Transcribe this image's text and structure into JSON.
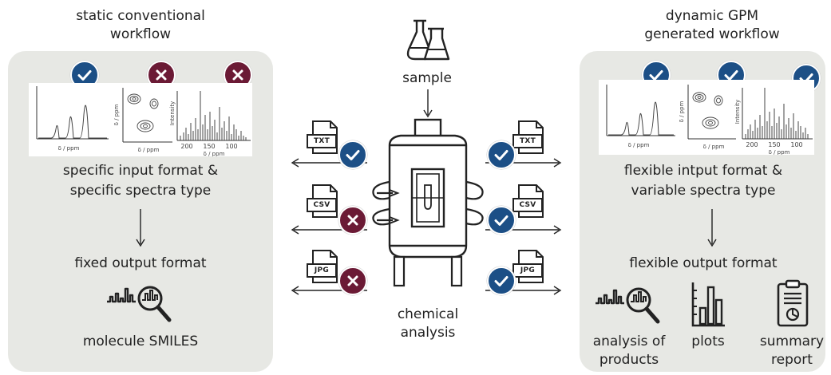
{
  "left": {
    "title_line1": "static conventional",
    "title_line2": "workflow",
    "input_line1": "specific input format &",
    "input_line2": "specific spectra type",
    "output_label": "fixed output format",
    "result_label": "molecule SMILES",
    "badges": [
      "check",
      "cross",
      "cross"
    ]
  },
  "right": {
    "title_line1": "dynamic GPM",
    "title_line2": "generated workflow",
    "input_line1": "flexible intput format &",
    "input_line2": "variable spectra type",
    "output_label": "flexible output format",
    "outputs": [
      {
        "line1": "analysis of",
        "line2": "products",
        "icon": "spectrum-magnifier-icon"
      },
      {
        "line1": "plots",
        "line2": "",
        "icon": "bar-chart-icon"
      },
      {
        "line1": "summary",
        "line2": "report",
        "icon": "clipboard-report-icon"
      }
    ],
    "badges": [
      "check",
      "check",
      "check"
    ]
  },
  "center": {
    "sample_label": "sample",
    "analysis_line1": "chemical",
    "analysis_line2": "analysis"
  },
  "spectra_labels": {
    "x_axis": "δ / ppm",
    "y_axis_2d": "δ / ppm",
    "y_axis_intensity": "Intensity",
    "ticks": [
      "200",
      "150",
      "100"
    ]
  },
  "files": {
    "left": [
      {
        "format": "TXT",
        "status": "check"
      },
      {
        "format": "CSV",
        "status": "cross"
      },
      {
        "format": "JPG",
        "status": "cross"
      }
    ],
    "right": [
      {
        "format": "TXT",
        "status": "check"
      },
      {
        "format": "CSV",
        "status": "check"
      },
      {
        "format": "JPG",
        "status": "check"
      }
    ]
  },
  "colors": {
    "check": "#1c4f86",
    "cross": "#6b1a35",
    "panel": "#e7e8e4"
  }
}
